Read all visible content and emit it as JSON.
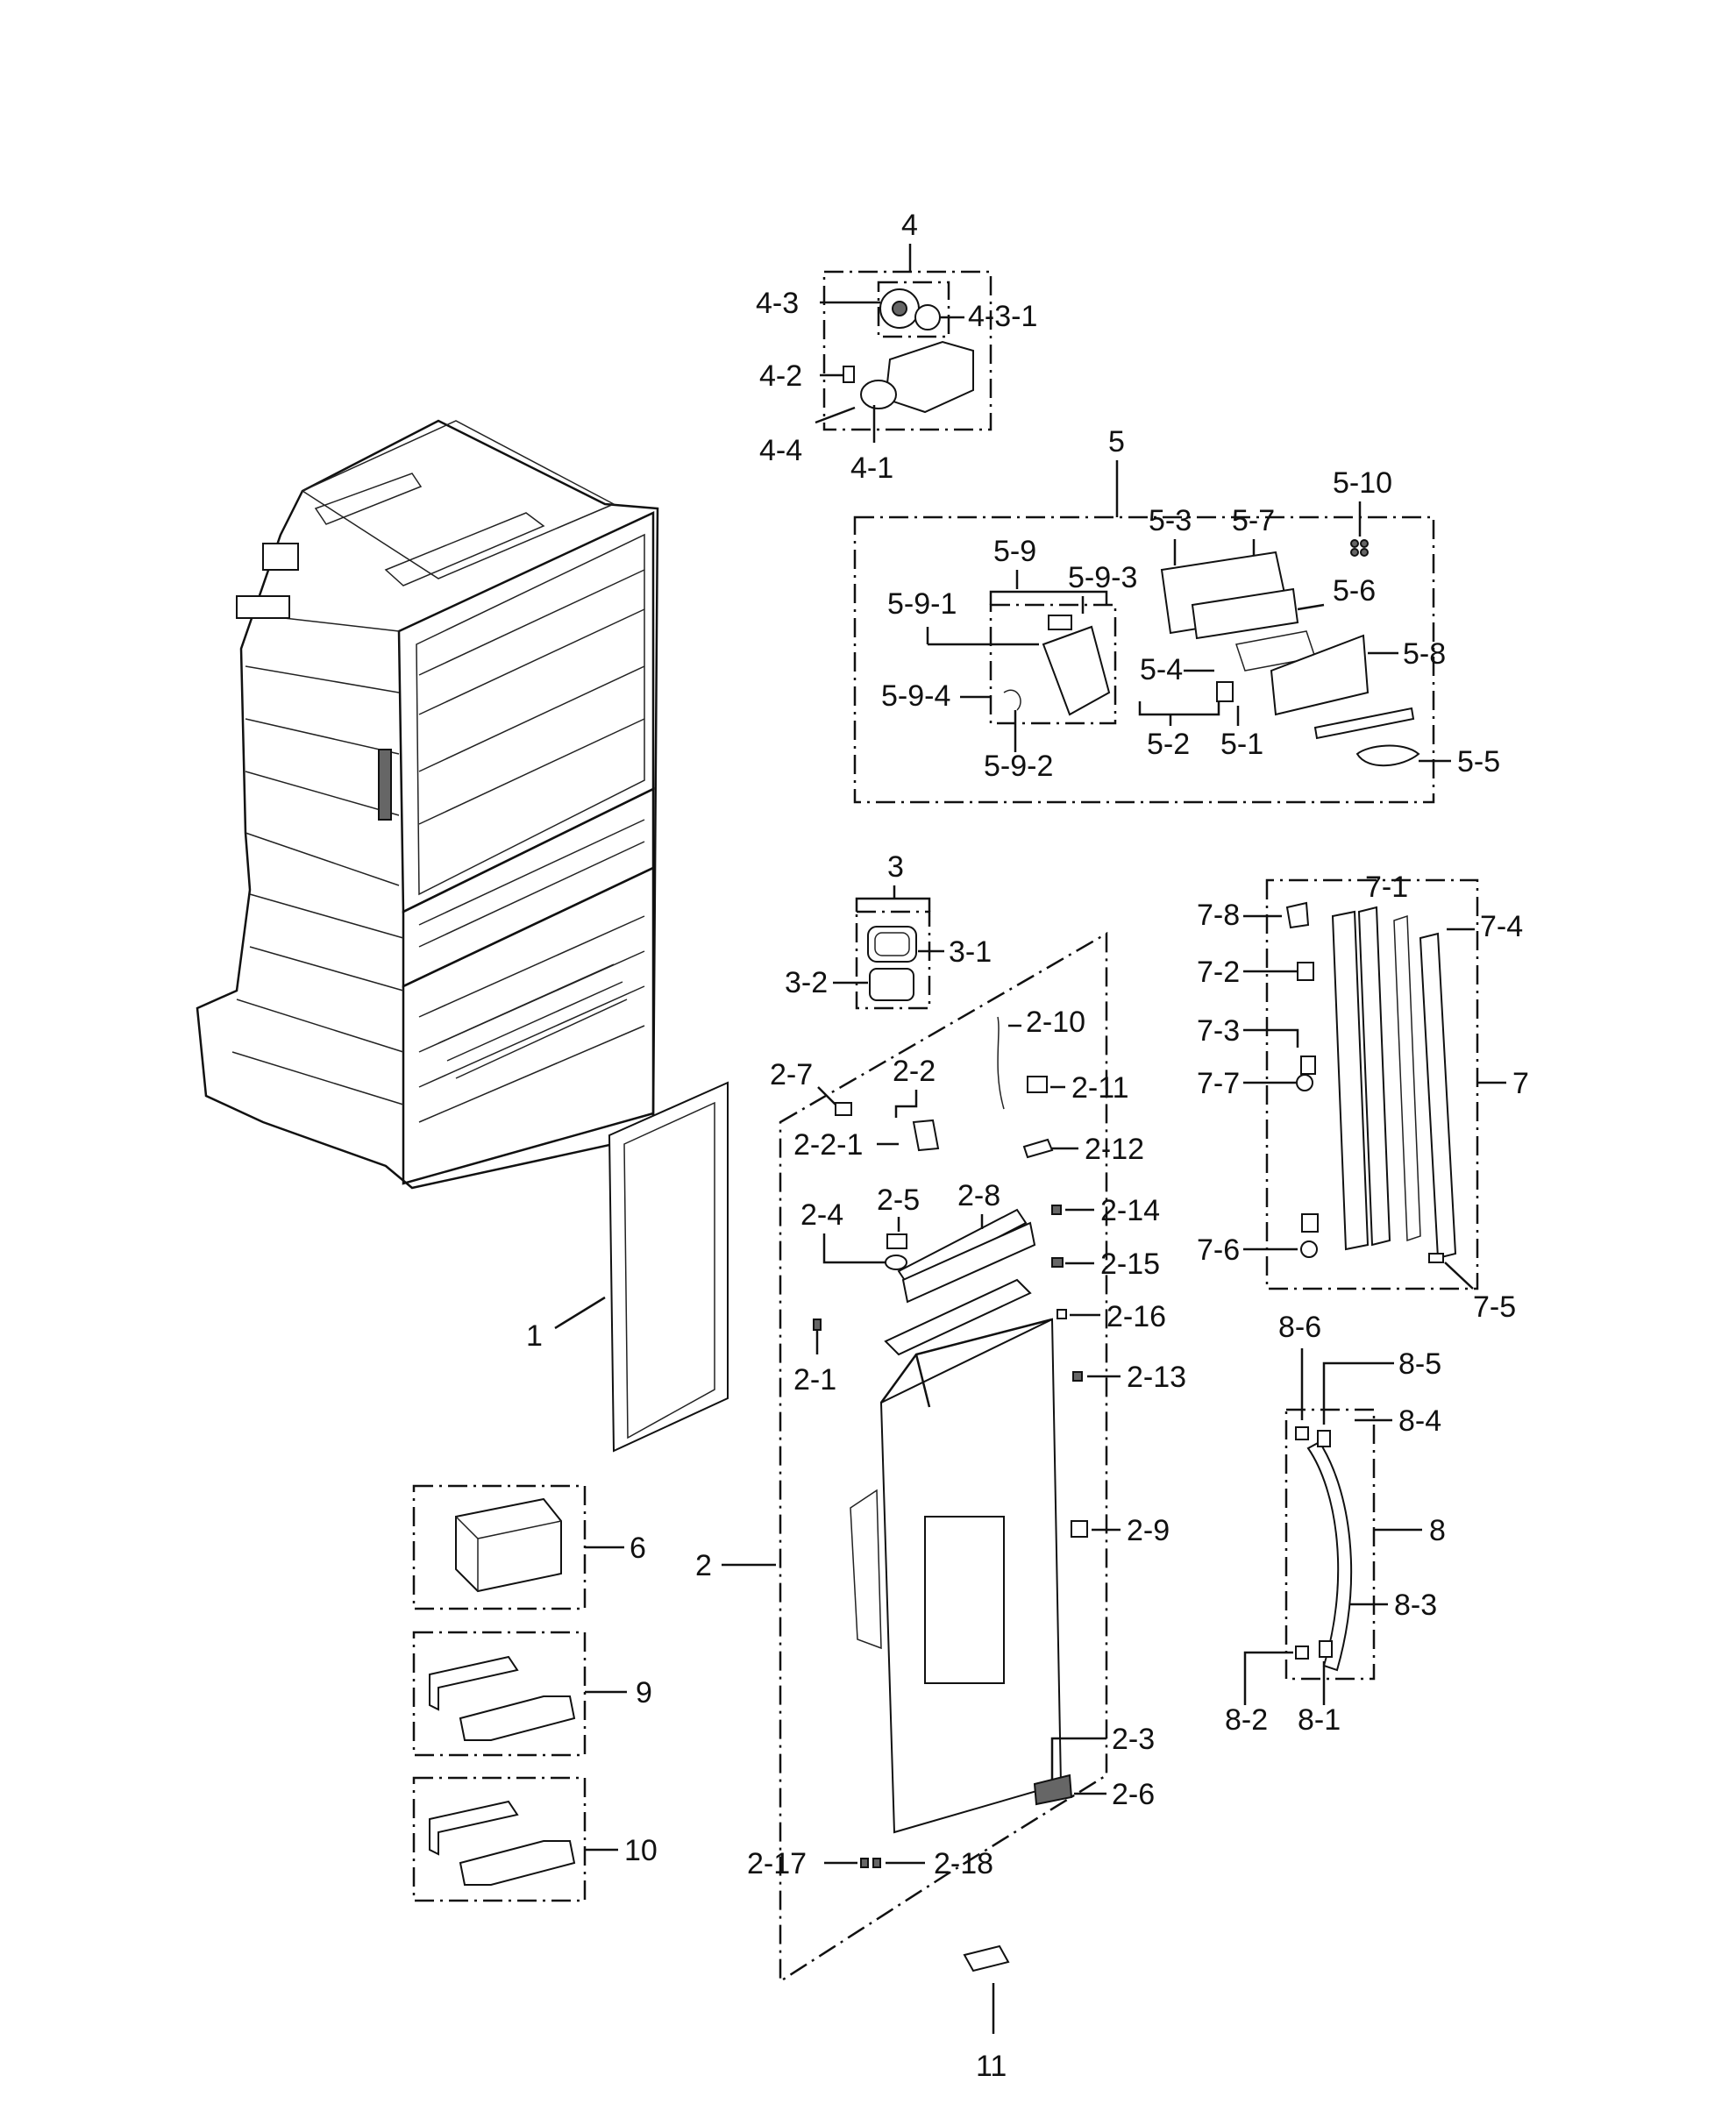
{
  "labels": {
    "l_4": "4",
    "l_4_3": "4-3",
    "l_4_3_1": "4-3-1",
    "l_4_2": "4-2",
    "l_4_4": "4-4",
    "l_4_1": "4-1",
    "l_5": "5",
    "l_5_10": "5-10",
    "l_5_3": "5-3",
    "l_5_7": "5-7",
    "l_5_9": "5-9",
    "l_5_9_3": "5-9-3",
    "l_5_9_1": "5-9-1",
    "l_5_6": "5-6",
    "l_5_8": "5-8",
    "l_5_4": "5-4",
    "l_5_9_4": "5-9-4",
    "l_5_2": "5-2",
    "l_5_1": "5-1",
    "l_5_9_2": "5-9-2",
    "l_5_5": "5-5",
    "l_3": "3",
    "l_3_1": "3-1",
    "l_3_2": "3-2",
    "l_7_1": "7-1",
    "l_7_8": "7-8",
    "l_7_4": "7-4",
    "l_7_2": "7-2",
    "l_7_3": "7-3",
    "l_7": "7",
    "l_7_7": "7-7",
    "l_7_6": "7-6",
    "l_7_5": "7-5",
    "l_2_10": "2-10",
    "l_2_7": "2-7",
    "l_2_2": "2-2",
    "l_2_11": "2-11",
    "l_2_2_1": "2-2-1",
    "l_2_12": "2-12",
    "l_2_5": "2-5",
    "l_2_8": "2-8",
    "l_2_4": "2-4",
    "l_2_14": "2-14",
    "l_2_15": "2-15",
    "l_2_16": "2-16",
    "l_2_1": "2-1",
    "l_2_13": "2-13",
    "l_2_9": "2-9",
    "l_2": "2",
    "l_2_3": "2-3",
    "l_2_6": "2-6",
    "l_2_17": "2-17",
    "l_2_18": "2-18",
    "l_1": "1",
    "l_8_6": "8-6",
    "l_8_5": "8-5",
    "l_8_4": "8-4",
    "l_8": "8",
    "l_8_3": "8-3",
    "l_8_2": "8-2",
    "l_8_1": "8-1",
    "l_6": "6",
    "l_9": "9",
    "l_10": "10",
    "l_11": "11"
  }
}
